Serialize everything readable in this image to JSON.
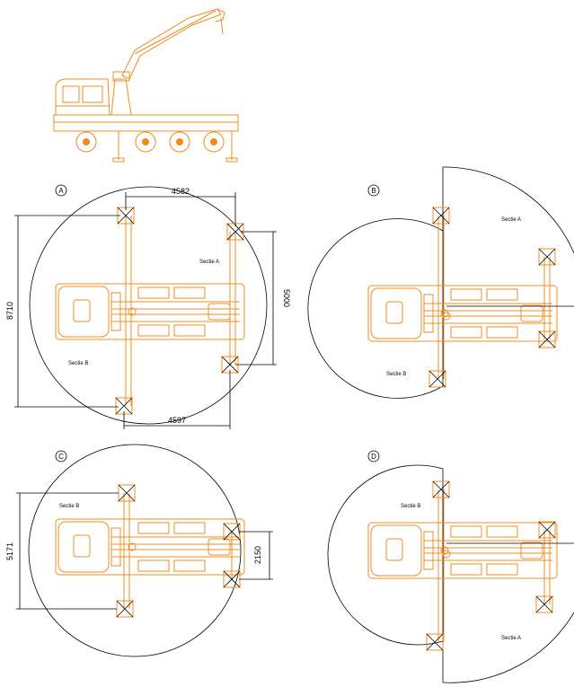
{
  "colors": {
    "outline": "#000000",
    "truck": "#f08c1e",
    "background": "#ffffff"
  },
  "views": [
    {
      "id": "A",
      "label": "A",
      "dimensions": {
        "top_width": "4582",
        "bottom_width": "4597",
        "left_height": "8710",
        "right_height": "5000"
      },
      "sections": {
        "a": "Sectie A",
        "b": "Sectie B"
      }
    },
    {
      "id": "B",
      "label": "B",
      "sections": {
        "a": "Sectie A",
        "b": "Sectie B"
      }
    },
    {
      "id": "C",
      "label": "C",
      "dimensions": {
        "left_height": "5171",
        "right_height": "2150"
      },
      "sections": {
        "b": "Sectie B"
      }
    },
    {
      "id": "D",
      "label": "D",
      "sections": {
        "a": "Sectie A",
        "b": "Sectie B"
      }
    }
  ]
}
